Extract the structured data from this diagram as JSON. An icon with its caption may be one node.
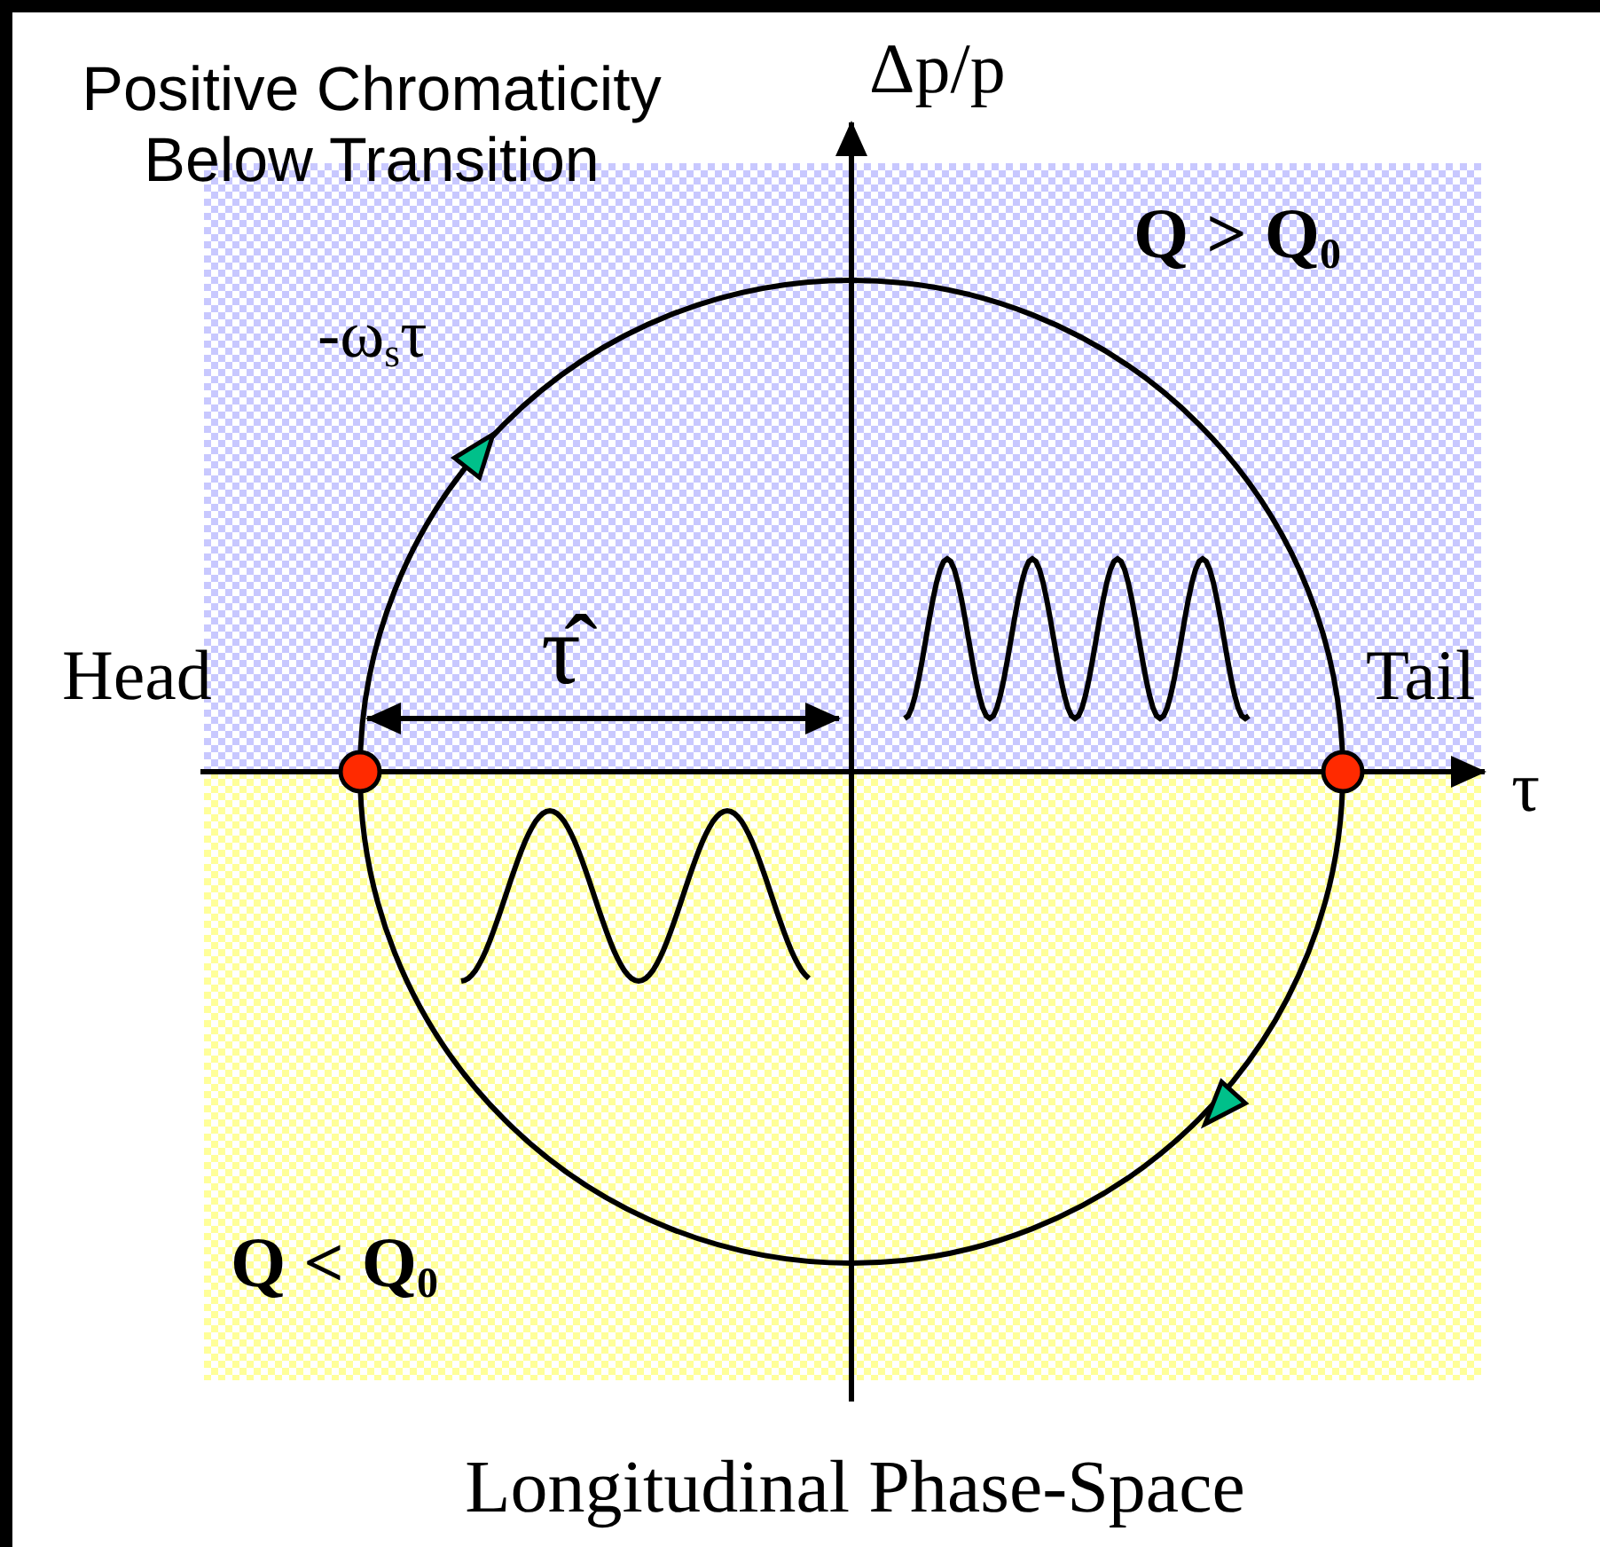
{
  "diagram": {
    "title": "Positive Chromaticity Below Transition",
    "caption": "Longitudinal Phase-Space",
    "labels": [
      "Δp/p",
      "Q > Q$_{0}$",
      "-ω$_{s}$τ",
      "Head",
      "τ̂",
      "Tail",
      "τ",
      "Q < Q$_{0}$"
    ]
  }
}
